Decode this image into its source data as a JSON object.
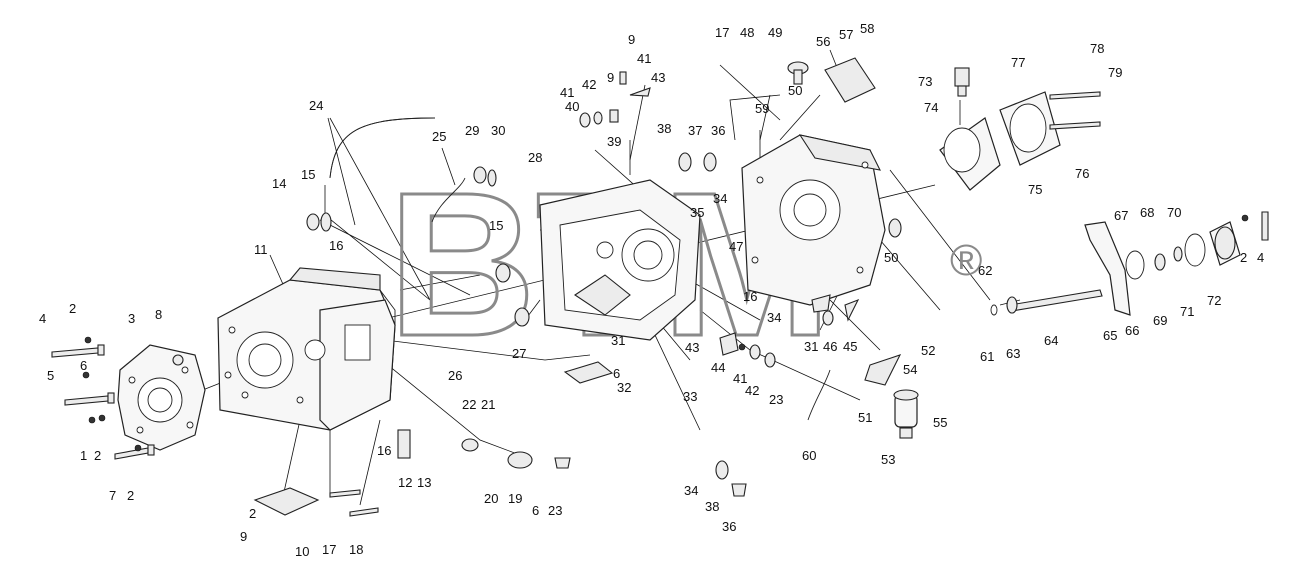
{
  "watermark": {
    "text": "BTM",
    "registered": "®",
    "color": "#8a8a8a"
  },
  "callouts": {
    "c1": "1",
    "c2a": "2",
    "c2b": "2",
    "c2c": "2",
    "c2d": "2",
    "c2e": "2",
    "c3": "3",
    "c4a": "4",
    "c4b": "4",
    "c5": "5",
    "c6a": "6",
    "c6b": "6",
    "c6c": "6",
    "c7": "7",
    "c8": "8",
    "c9a": "9",
    "c9b": "9",
    "c9c": "9",
    "c10": "10",
    "c11": "11",
    "c12": "12",
    "c13": "13",
    "c14": "14",
    "c15a": "15",
    "c15b": "15",
    "c16a": "16",
    "c16b": "16",
    "c16c": "16",
    "c17a": "17",
    "c17b": "17",
    "c18": "18",
    "c19": "19",
    "c20": "20",
    "c21": "21",
    "c22": "22",
    "c23a": "23",
    "c23b": "23",
    "c24": "24",
    "c25": "25",
    "c26": "26",
    "c27": "27",
    "c28": "28",
    "c29": "29",
    "c30": "30",
    "c31a": "31",
    "c31b": "31",
    "c32": "32",
    "c33": "33",
    "c34a": "34",
    "c34b": "34",
    "c34c": "34",
    "c35": "35",
    "c36a": "36",
    "c36b": "36",
    "c37": "37",
    "c38a": "38",
    "c38b": "38",
    "c39": "39",
    "c40": "40",
    "c41a": "41",
    "c41b": "41",
    "c41c": "41",
    "c42a": "42",
    "c42b": "42",
    "c43a": "43",
    "c43b": "43",
    "c44": "44",
    "c45": "45",
    "c46": "46",
    "c47": "47",
    "c48": "48",
    "c49": "49",
    "c50a": "50",
    "c50b": "50",
    "c51": "51",
    "c52": "52",
    "c53": "53",
    "c54": "54",
    "c55": "55",
    "c56": "56",
    "c57": "57",
    "c58": "58",
    "c59": "59",
    "c60": "60",
    "c61": "61",
    "c62": "62",
    "c63": "63",
    "c64": "64",
    "c65": "65",
    "c66": "66",
    "c67": "67",
    "c68": "68",
    "c69": "69",
    "c70": "70",
    "c71": "71",
    "c72": "72",
    "c73": "73",
    "c74": "74",
    "c75": "75",
    "c76": "76",
    "c77": "77",
    "c78": "78",
    "c79": "79"
  }
}
